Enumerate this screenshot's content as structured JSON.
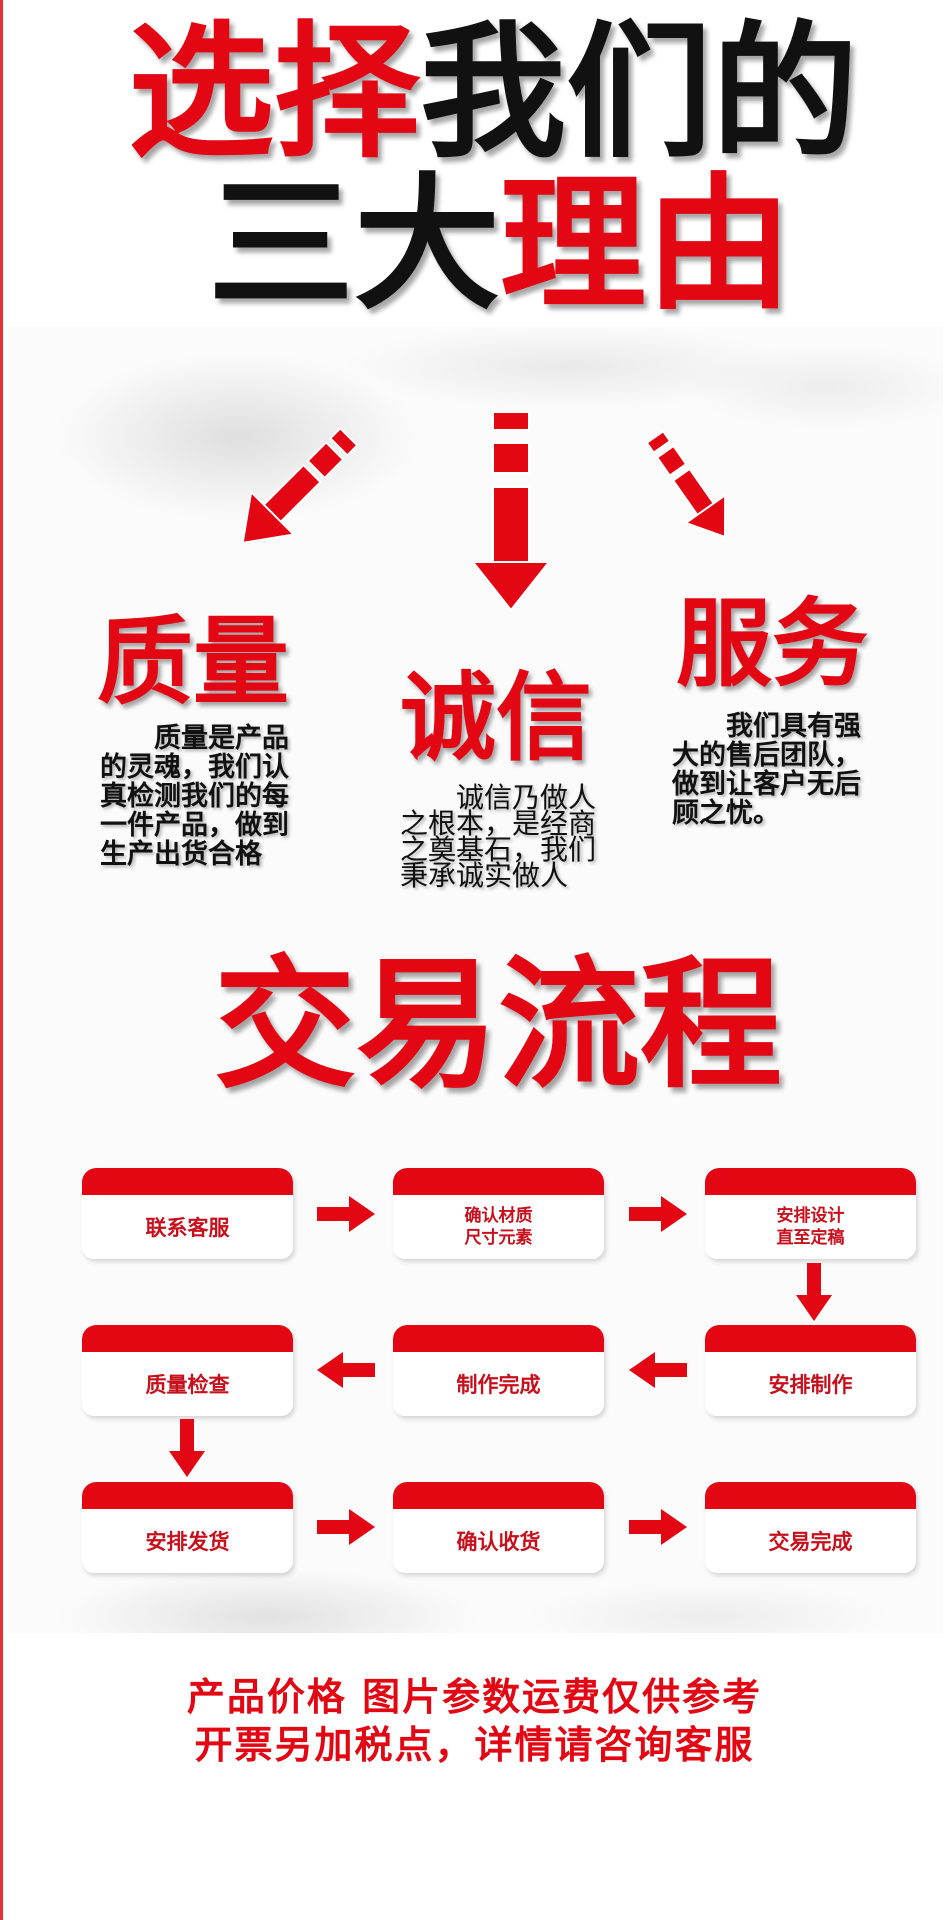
{
  "title": {
    "line1": [
      {
        "text": "选择",
        "color": "red"
      },
      {
        "text": "我们的",
        "color": "black"
      }
    ],
    "line2": [
      {
        "text": "三大",
        "color": "black"
      },
      {
        "text": "理由",
        "color": "red"
      }
    ]
  },
  "reasons": [
    {
      "heading": "质量",
      "text": "　　质量是产品的灵魂，我们认真检测我们的每一件产品，做到生产出货合格"
    },
    {
      "heading": "诚信",
      "text": "　　诚信乃做人之根本，是经商之奠基石，我们秉承诚实做人"
    },
    {
      "heading": "服务",
      "text": "　　我们具有强大的售后团队，做到让客户无后顾之忧。"
    }
  ],
  "flow": {
    "title": "交易流程",
    "steps": [
      {
        "label": "联系客服"
      },
      {
        "label": "确认材质\n尺寸元素"
      },
      {
        "label": "安排设计\n直至定稿"
      },
      {
        "label": "质量检查"
      },
      {
        "label": "制作完成"
      },
      {
        "label": "安排制作"
      },
      {
        "label": "安排发货"
      },
      {
        "label": "确认收货"
      },
      {
        "label": "交易完成"
      }
    ]
  },
  "footer": {
    "line1": "产品价格 图片参数运费仅供参考",
    "line2": "开票另加税点，详情请咨询客服"
  },
  "colors": {
    "accent": "#e30613",
    "text": "#111111"
  }
}
